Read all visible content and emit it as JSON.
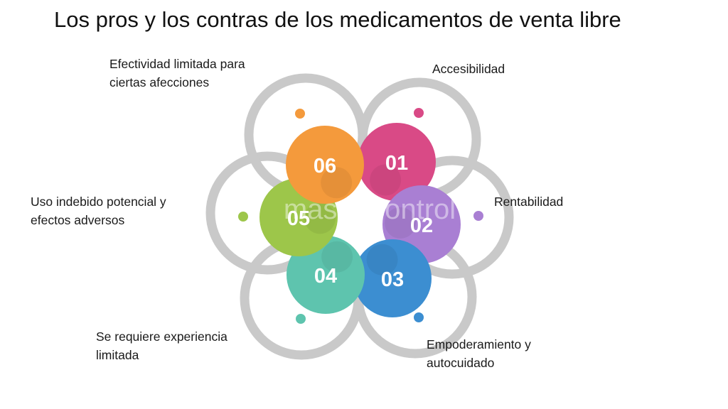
{
  "title": "Los pros y los contras de los medicamentos de venta libre",
  "watermark": "mastercontrol",
  "items": [
    {
      "num": "01",
      "label": "Accesibilidad",
      "color": "#d94a86"
    },
    {
      "num": "02",
      "label": "Rentabilidad",
      "color": "#a97fd3"
    },
    {
      "num": "03",
      "label": "Empoderamiento y autocuidado",
      "color": "#3c8ed1"
    },
    {
      "num": "04",
      "label": "Se requiere experiencia limitada",
      "color": "#5ec4ae"
    },
    {
      "num": "05",
      "label": "Uso indebido potencial y efectos adversos",
      "color": "#9dc64a"
    },
    {
      "num": "06",
      "label": "Efectividad limitada para ciertas afecciones",
      "color": "#f49a3c"
    }
  ],
  "ring_color": "#c9c9c9"
}
